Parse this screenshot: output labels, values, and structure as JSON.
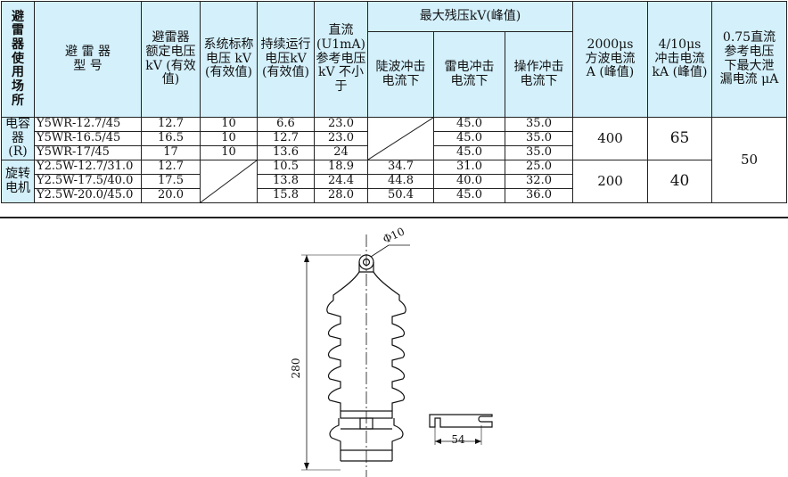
{
  "headers": {
    "location": "避雷器使用场所",
    "model": "避 雷 器 型 号",
    "rated_voltage": "避雷器 额定电压 kV (有效值)",
    "system_voltage": "系统标称 电压 kV (有效值)",
    "continuous_voltage": "持续运行 电压kV (有效值)",
    "dc_reference": "直流 (U1mA) 参考电压 kV 不小于",
    "max_residual": "最大残压kV(峰值)",
    "steep_wave": "陡波冲击 电流下",
    "lightning": "雷电冲击 电流下",
    "switching": "操作冲击 电流下",
    "square_wave": "2000μs 方波电流 A (峰值)",
    "impulse": "4/10μs 冲击电流 kA (峰值)",
    "leakage": "0.75直流 参考电压 下最大泄 漏电流 μA"
  },
  "groups": [
    {
      "name": "电容器(R)",
      "square_wave": "400",
      "impulse": "65"
    },
    {
      "name": "旋转电机",
      "square_wave": "200",
      "impulse": "40"
    }
  ],
  "leakage_value": "50",
  "rows": [
    {
      "model": "Y5WR-12.7/45",
      "rated": "12.7",
      "system": "10",
      "continuous": "6.6",
      "dc": "23.0",
      "steep": "",
      "lightning": "45.0",
      "switching": "35.0"
    },
    {
      "model": "Y5WR-16.5/45",
      "rated": "16.5",
      "system": "10",
      "continuous": "12.7",
      "dc": "23.0",
      "steep": "",
      "lightning": "45.0",
      "switching": "35.0"
    },
    {
      "model": "Y5WR-17/45",
      "rated": "17",
      "system": "10",
      "continuous": "13.6",
      "dc": "24",
      "steep": "",
      "lightning": "45.0",
      "switching": "35.0"
    },
    {
      "model": "Y2.5W-12.7/31.0",
      "rated": "12.7",
      "system": "",
      "continuous": "10.5",
      "dc": "18.9",
      "steep": "34.7",
      "lightning": "31.0",
      "switching": "25.0"
    },
    {
      "model": "Y2.5W-17.5/40.0",
      "rated": "17.5",
      "system": "",
      "continuous": "13.8",
      "dc": "24.4",
      "steep": "44.8",
      "lightning": "40.0",
      "switching": "32.0"
    },
    {
      "model": "Y2.5W-20.0/45.0",
      "rated": "20.0",
      "system": "",
      "continuous": "15.8",
      "dc": "28.0",
      "steep": "50.4",
      "lightning": "45.0",
      "switching": "36.0"
    }
  ],
  "drawing": {
    "diameter_label": "Φ10",
    "height_label": "280",
    "bracket_label": "54"
  }
}
